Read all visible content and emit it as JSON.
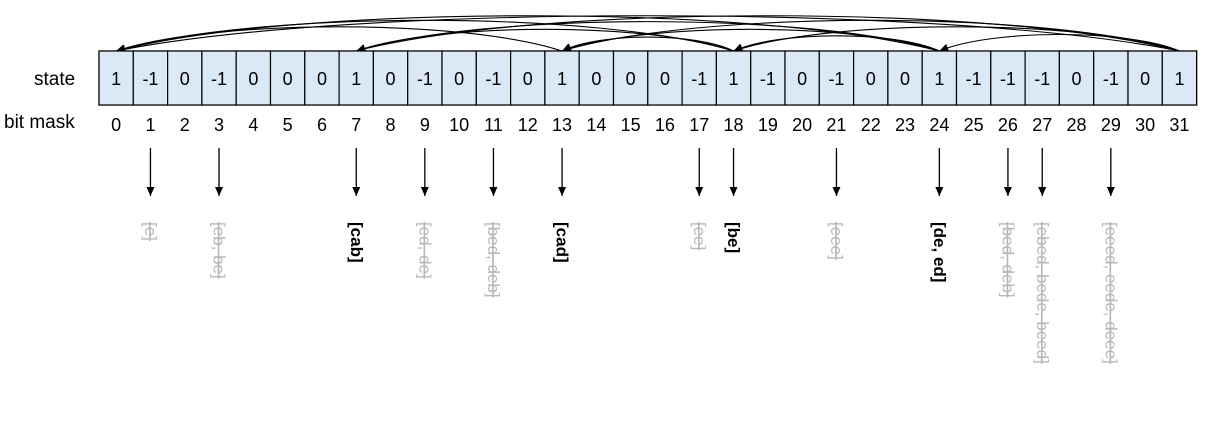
{
  "row_labels": {
    "state": "state",
    "bit_mask": "bit mask"
  },
  "state_values": [
    "1",
    "-1",
    "0",
    "-1",
    "0",
    "0",
    "0",
    "1",
    "0",
    "-1",
    "0",
    "-1",
    "0",
    "1",
    "0",
    "0",
    "0",
    "-1",
    "1",
    "-1",
    "0",
    "-1",
    "0",
    "0",
    "1",
    "-1",
    "-1",
    "-1",
    "0",
    "-1",
    "0",
    "1"
  ],
  "bit_indices": [
    "0",
    "1",
    "2",
    "3",
    "4",
    "5",
    "6",
    "7",
    "8",
    "9",
    "10",
    "11",
    "12",
    "13",
    "14",
    "15",
    "16",
    "17",
    "18",
    "19",
    "20",
    "21",
    "22",
    "23",
    "24",
    "25",
    "26",
    "27",
    "28",
    "29",
    "30",
    "31"
  ],
  "pointers": [
    {
      "bit": 1,
      "label": "[e]",
      "highlight": false
    },
    {
      "bit": 3,
      "label": "[eb, be]",
      "highlight": false
    },
    {
      "bit": 7,
      "label": "[cab]",
      "highlight": true
    },
    {
      "bit": 9,
      "label": "[ed, de]",
      "highlight": false
    },
    {
      "bit": 11,
      "label": "[bed, deb]",
      "highlight": false
    },
    {
      "bit": 13,
      "label": "[cad]",
      "highlight": true
    },
    {
      "bit": 17,
      "label": "[ee]",
      "highlight": false
    },
    {
      "bit": 18,
      "label": "[be]",
      "highlight": true
    },
    {
      "bit": 21,
      "label": "[eee]",
      "highlight": false
    },
    {
      "bit": 24,
      "label": "[de, ed]",
      "highlight": true
    },
    {
      "bit": 26,
      "label": "[bed, deb]",
      "highlight": false
    },
    {
      "bit": 27,
      "label": "[ebed, bede, beed]",
      "highlight": false
    },
    {
      "bit": 29,
      "label": "[eeed, eede, deee]",
      "highlight": false
    }
  ],
  "transitions": [
    {
      "from": 31,
      "to": 0
    },
    {
      "from": 24,
      "to": 0
    },
    {
      "from": 18,
      "to": 0
    },
    {
      "from": 13,
      "to": 0
    },
    {
      "from": 31,
      "to": 7
    },
    {
      "from": 24,
      "to": 7
    },
    {
      "from": 18,
      "to": 7
    },
    {
      "from": 31,
      "to": 13
    },
    {
      "from": 24,
      "to": 13
    },
    {
      "from": 18,
      "to": 13
    },
    {
      "from": 31,
      "to": 18
    },
    {
      "from": 24,
      "to": 18
    },
    {
      "from": 31,
      "to": 24
    }
  ],
  "colors": {
    "cell_fill": "#dbe8f5",
    "cell_border": "#000000",
    "highlight_text": "#000000",
    "faded_text": "#b8b8b8"
  }
}
